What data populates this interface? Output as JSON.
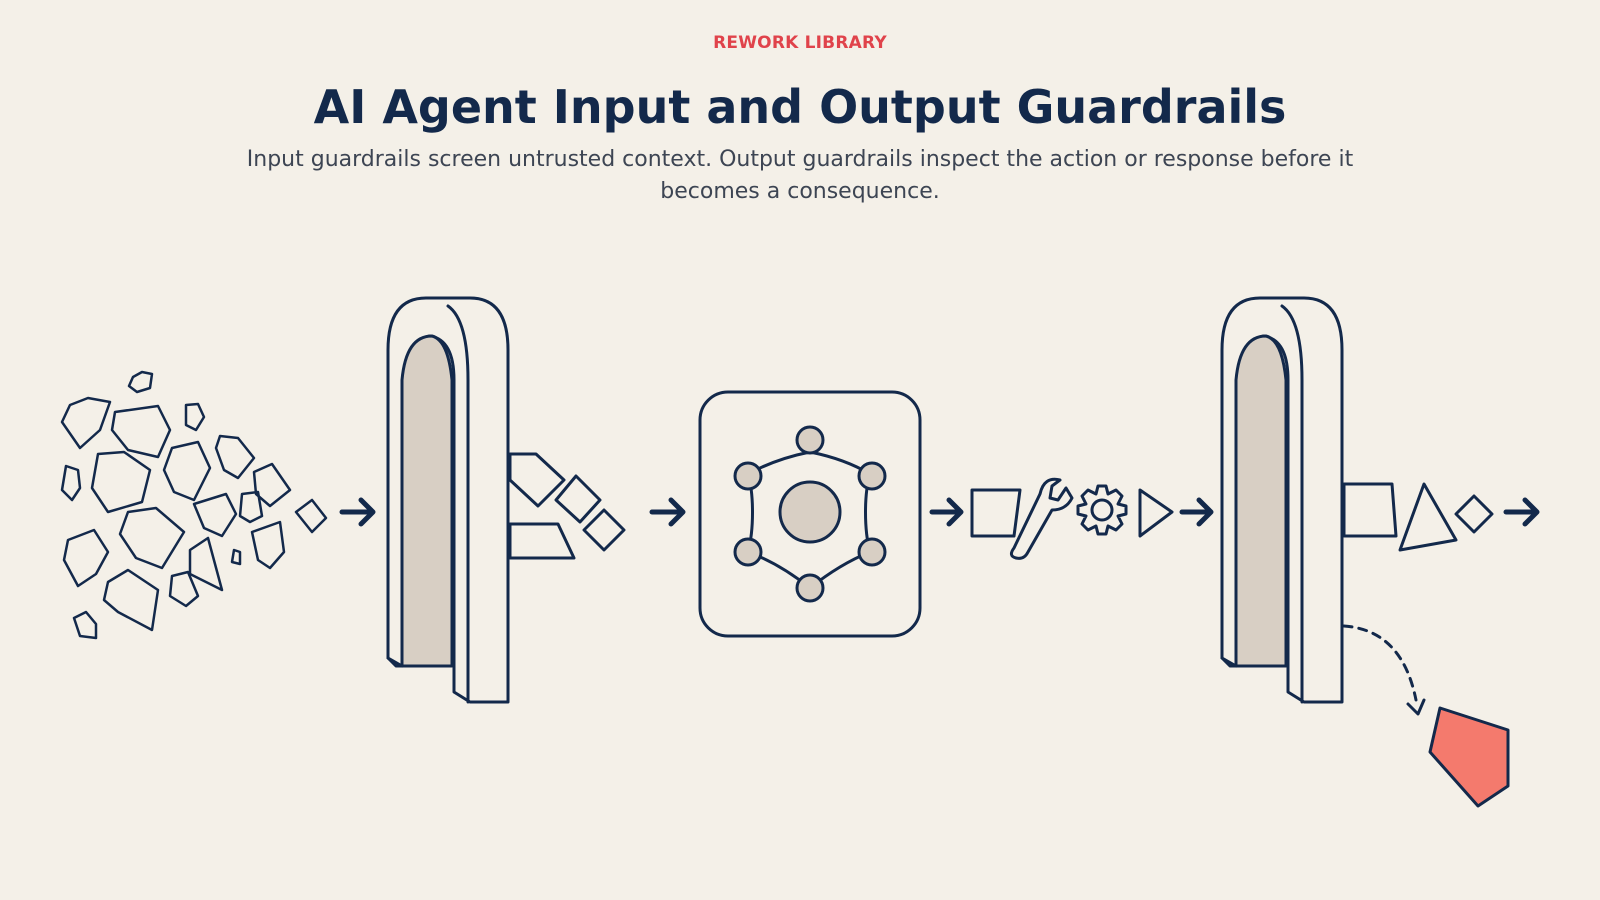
{
  "header": {
    "eyebrow": "REWORK LIBRARY",
    "title": "AI Agent Input and Output Guardrails",
    "subtitle": "Input guardrails screen untrusted context. Output guardrails inspect the action or response before it becomes a consequence."
  },
  "colors": {
    "background": "#f4f0e8",
    "ink": "#13294b",
    "accent": "#e0434b",
    "gate_inner": "#d8cfc4",
    "blocked": "#f47a6d"
  },
  "diagram": {
    "stages": [
      {
        "icon": "untrusted-fragments-icon"
      },
      {
        "icon": "input-guardrail-gate-icon"
      },
      {
        "icon": "filtered-shapes-icon"
      },
      {
        "icon": "agent-hub-icon"
      },
      {
        "icon": "tool-actions-icon"
      },
      {
        "icon": "output-guardrail-gate-icon"
      },
      {
        "icon": "approved-output-icon"
      },
      {
        "icon": "blocked-output-icon"
      }
    ]
  }
}
